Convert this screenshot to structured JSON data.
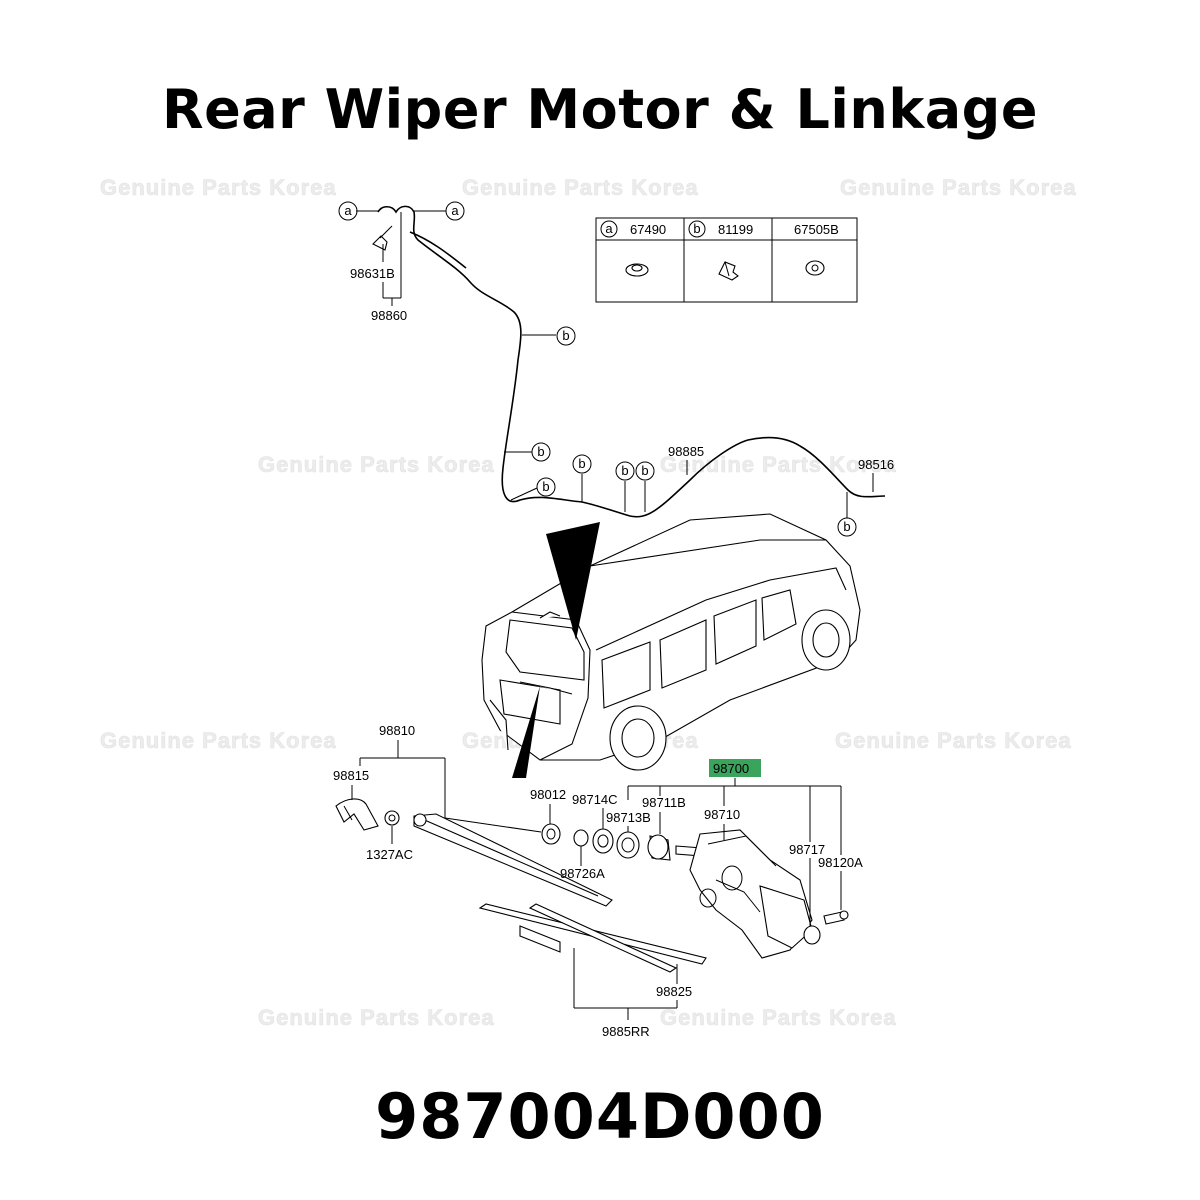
{
  "title": "Rear Wiper Motor & Linkage",
  "part_number": "987004D000",
  "watermark": "Genuine Parts Korea",
  "highlight_color": "#3aa35c",
  "fastener_table": {
    "columns": [
      {
        "marker": "a",
        "code": "67490"
      },
      {
        "marker": "b",
        "code": "81199"
      },
      {
        "marker": "",
        "code": "67505B"
      }
    ]
  },
  "callouts": {
    "c98631B": "98631B",
    "c98860": "98860",
    "c98885": "98885",
    "c98516": "98516",
    "c98810": "98810",
    "c98815": "98815",
    "c1327AC": "1327AC",
    "c98012": "98012",
    "c98714C": "98714C",
    "c98711B": "98711B",
    "c98713B": "98713B",
    "c98726A": "98726A",
    "c98700": "98700",
    "c98710": "98710",
    "c98717": "98717",
    "c98120A": "98120A",
    "c98825": "98825",
    "c9885RR": "9885RR"
  },
  "markers": {
    "a": "a",
    "b": "b"
  }
}
